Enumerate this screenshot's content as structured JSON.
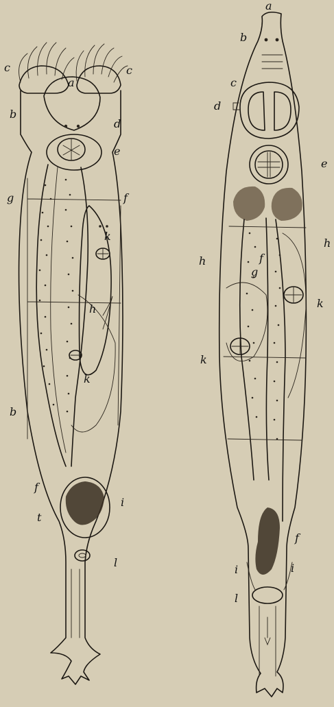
{
  "left_figure": {
    "labels": {
      "a": "a",
      "b_top": "b",
      "b_side": "b",
      "c_left": "c",
      "c_right": "c",
      "d": "d",
      "e": "e",
      "f_top": "f",
      "f_bottom": "f",
      "g": "g",
      "h": "h",
      "i_left": "t",
      "i_right": "i",
      "k_top": "k",
      "k_bottom": "k",
      "l": "l"
    }
  },
  "right_figure": {
    "labels": {
      "a": "a",
      "b": "b",
      "c": "c",
      "d": "d",
      "e": "e",
      "f_mid": "f",
      "f_bottom": "f",
      "g": "g",
      "h_left": "h",
      "h_right": "h",
      "i_left": "i",
      "i_right": "i",
      "k_left": "k",
      "k_right": "k",
      "l": "l"
    }
  }
}
